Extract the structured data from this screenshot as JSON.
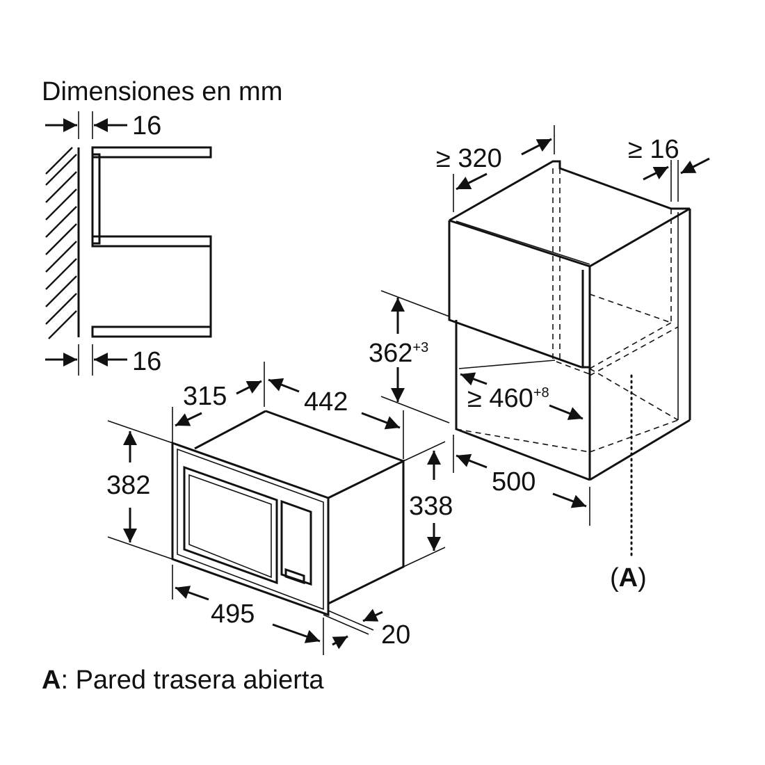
{
  "title": "Dimensiones en mm",
  "legend": {
    "key": "A",
    "text": ": Pared trasera abierta"
  },
  "marker": {
    "open": "(",
    "key": "A",
    "close": ")"
  },
  "side_view": {
    "top_gap": "16",
    "bottom_gap": "16"
  },
  "appliance": {
    "depth": "315",
    "body_width": "442",
    "front_height": "382",
    "body_height": "338",
    "front_width": "495",
    "front_thickness": "20"
  },
  "cabinet": {
    "min_depth": "≥ 320",
    "min_side": "≥ 16",
    "niche_height": "362",
    "niche_height_tol": "+3",
    "niche_width": "≥ 460",
    "niche_width_tol": "+8",
    "cabinet_width": "500"
  }
}
